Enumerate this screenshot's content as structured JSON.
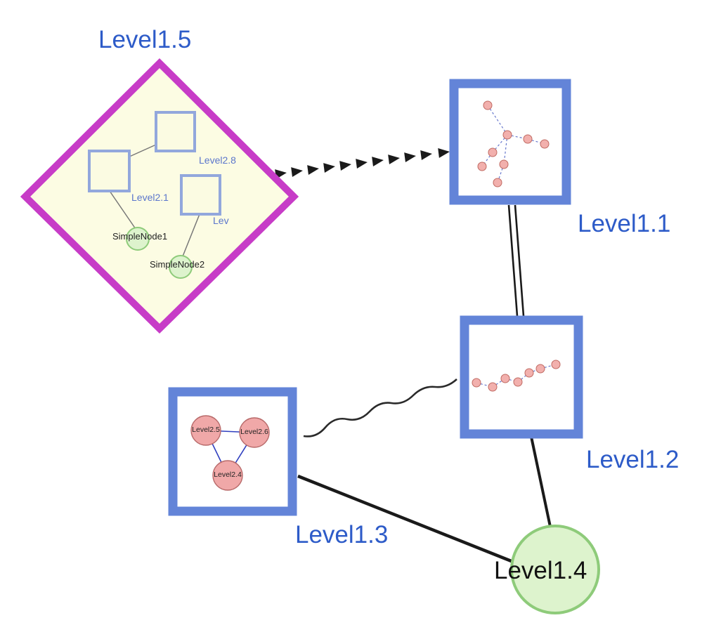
{
  "diagram": {
    "description": "nested-graph-overview",
    "colors": {
      "label_blue": "#2d5bc8",
      "group_border_blue": "#6384d8",
      "inner_square_border": "#92a7dc",
      "diamond_border_magenta": "#c73cc7",
      "diamond_fill_yellow": "#fcfce3",
      "green_node_fill": "#ddf3cd",
      "green_node_border": "#8ecb7a",
      "pink_node_fill": "#f2b0ad",
      "pink_node_border": "#c06a62",
      "edge_black": "#1a1a1a",
      "mini_edge_blue": "#6677cc",
      "triangle_edge_blue": "#2f3fbf"
    }
  },
  "nodes": {
    "level1_5": {
      "label": "Level1.5",
      "shape": "diamond-group",
      "children": {
        "level2_8": {
          "label": "Level2.8",
          "shape": "square"
        },
        "level2_1": {
          "label": "Level2.1",
          "shape": "square"
        },
        "level2_x": {
          "label": "Lev",
          "shape": "square"
        },
        "simple1": {
          "label": "SimpleNode1",
          "shape": "circle"
        },
        "simple2": {
          "label": "SimpleNode2",
          "shape": "circle"
        }
      }
    },
    "level1_1": {
      "label": "Level1.1",
      "shape": "square-group",
      "content": "star-mini-graph"
    },
    "level1_2": {
      "label": "Level1.2",
      "shape": "square-group",
      "content": "chain-mini-graph"
    },
    "level1_3": {
      "label": "Level1.3",
      "shape": "square-group",
      "children": {
        "level2_5": {
          "label": "Level2.5",
          "shape": "circle"
        },
        "level2_6": {
          "label": "Level2.6",
          "shape": "circle"
        },
        "level2_4": {
          "label": "Level2.4",
          "shape": "circle"
        }
      }
    },
    "level1_4": {
      "label": "Level1.4",
      "shape": "circle"
    }
  },
  "edges": [
    {
      "from": "Level1.5",
      "to": "Level1.1",
      "style": "thick-dashed-arrowheads"
    },
    {
      "from": "Level1.1",
      "to": "Level1.2",
      "style": "double-line"
    },
    {
      "from": "Level1.3",
      "to": "Level1.2",
      "style": "wavy"
    },
    {
      "from": "Level1.3",
      "to": "Level1.4",
      "style": "solid-thick"
    },
    {
      "from": "Level1.2",
      "to": "Level1.4",
      "style": "solid-thick"
    },
    {
      "from": "Level2.1",
      "to": "Level2.8",
      "style": "thin"
    },
    {
      "from": "Level2.1",
      "to": "SimpleNode1",
      "style": "thin"
    },
    {
      "from": "Lev",
      "to": "SimpleNode2",
      "style": "thin"
    },
    {
      "from": "Level2.5",
      "to": "Level2.6",
      "style": "thin-blue"
    },
    {
      "from": "Level2.5",
      "to": "Level2.4",
      "style": "thin-blue"
    },
    {
      "from": "Level2.6",
      "to": "Level2.4",
      "style": "thin-blue"
    }
  ]
}
